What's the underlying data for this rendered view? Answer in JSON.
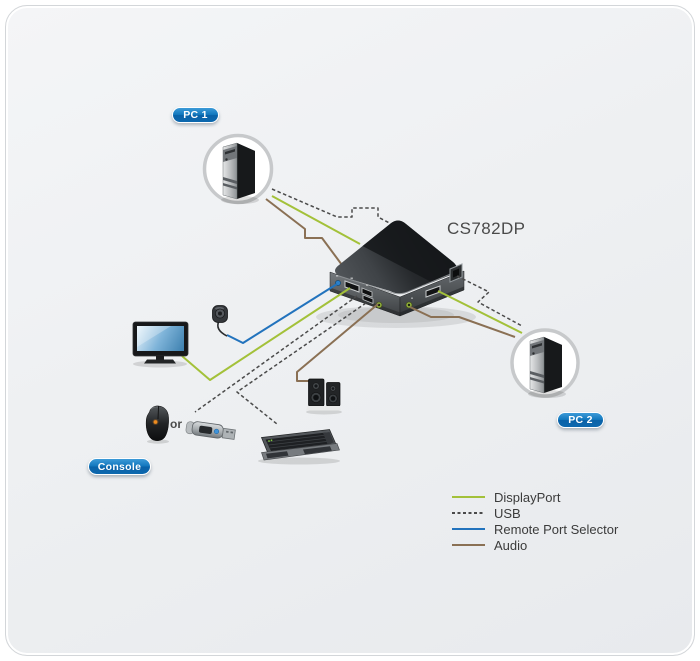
{
  "device": {
    "model": "CS782DP"
  },
  "badges": {
    "pc1": "PC 1",
    "pc2": "PC 2",
    "console": "Console"
  },
  "text": {
    "or": "or"
  },
  "legend": [
    {
      "label": "DisplayPort",
      "style": "solid",
      "color": "#a3c139"
    },
    {
      "label": "USB",
      "style": "dashed",
      "color": "#4a4a4a"
    },
    {
      "label": "Remote Port Selector",
      "style": "solid",
      "color": "#2273bd"
    },
    {
      "label": "Audio",
      "style": "solid",
      "color": "#8a7054"
    }
  ],
  "nodes": [
    {
      "icon": "tower-pc-icon",
      "badge": "PC 1"
    },
    {
      "icon": "tower-pc-icon",
      "badge": "PC 2"
    },
    {
      "icon": "kvm-switch-icon",
      "label": "CS782DP"
    },
    {
      "icon": "monitor-icon"
    },
    {
      "icon": "remote-port-selector-icon"
    },
    {
      "icon": "mouse-icon"
    },
    {
      "icon": "usb-flash-drive-icon"
    },
    {
      "icon": "keyboard-icon"
    },
    {
      "icon": "speakers-icon"
    }
  ],
  "colors": {
    "displayport": "#a3c139",
    "usb": "#4a4a4a",
    "remote_port_selector": "#2273bd",
    "audio": "#8a7054",
    "badge_blue": "#0e6cb0",
    "panel_bg": "#eef0f2"
  }
}
